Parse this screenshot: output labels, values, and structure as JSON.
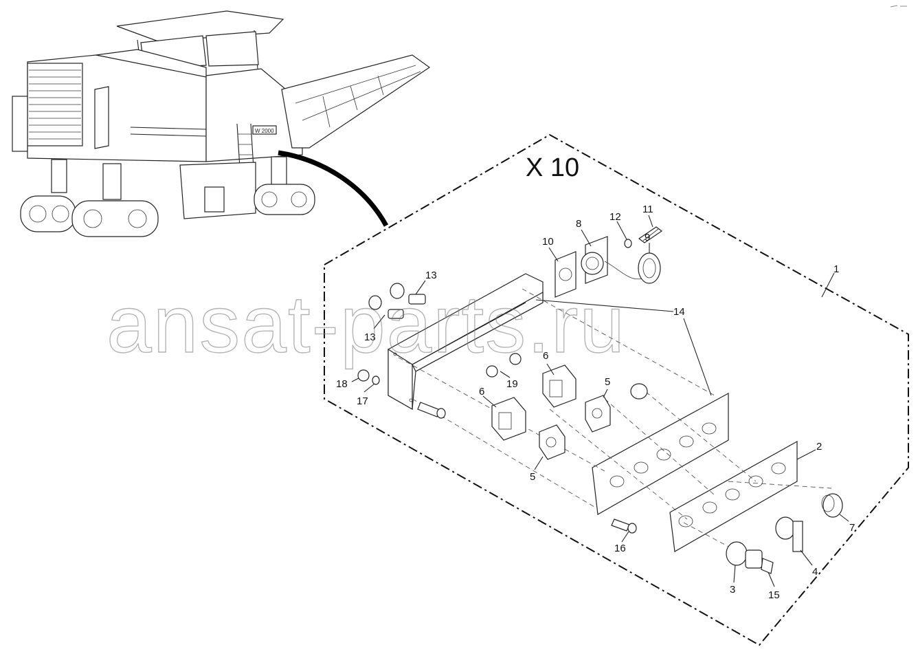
{
  "diagram": {
    "section_label": "X 10",
    "machine_model_badge": "W 2000",
    "watermark": "ansat-parts.ru",
    "callouts": [
      "1",
      "2",
      "3",
      "4",
      "5",
      "5",
      "6",
      "6",
      "7",
      "8",
      "9",
      "10",
      "11",
      "12",
      "13",
      "13",
      "14",
      "15",
      "16",
      "17",
      "18",
      "19"
    ]
  }
}
